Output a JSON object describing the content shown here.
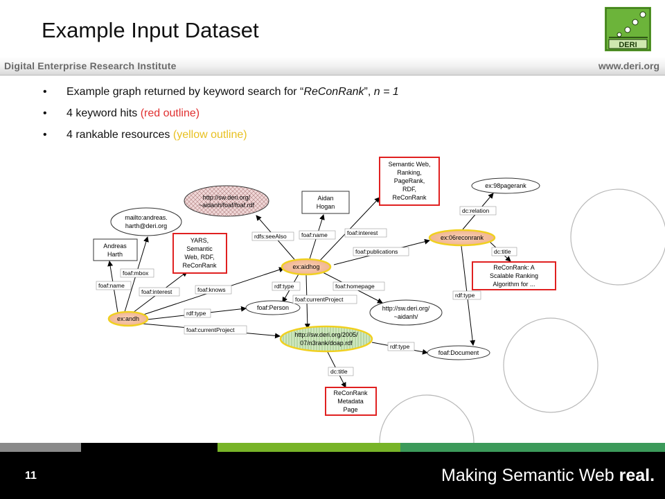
{
  "slide": {
    "title": "Example Input Dataset",
    "institute": "Digital Enterprise Research Institute",
    "website": "www.deri.org",
    "logo_text": "DERI",
    "page_number": "11",
    "slogan_main": "Making Semantic Web ",
    "slogan_bold": "real."
  },
  "bullets": [
    {
      "pre": "Example graph returned by keyword search for “",
      "em": "ReConRank",
      "post": "”, ",
      "em2": "n = 1"
    },
    {
      "pre": "4 keyword hits ",
      "colored": "(red outline)"
    },
    {
      "pre": "4 rankable resources ",
      "colored": "(yellow outline)"
    }
  ],
  "graph": {
    "nodes": {
      "sw_rdf": [
        "http://sw.deri.org/",
        "~aidanh/foaf/foaf.rdf"
      ],
      "aidan_hogan": [
        "Aidan",
        "Hogan"
      ],
      "semweb_lit": [
        "Semantic Web,",
        "Ranking,",
        "PageRank,",
        "RDF,",
        "ReConRank"
      ],
      "pagerank98": [
        "ex:98pagerank"
      ],
      "mailto": [
        "mailto:andreas.",
        "harth@deri.org"
      ],
      "andreas_harth": [
        "Andreas",
        "Harth"
      ],
      "yars_lit": [
        "YARS,",
        "Semantic",
        "Web, RDF,",
        "ReConRank"
      ],
      "aidhog": [
        "ex:aidhog"
      ],
      "reconrank06": [
        "ex:06reconrank"
      ],
      "reconrank_title": [
        "ReConRank: A",
        "Scalable Ranking",
        "Algorithm for ..."
      ],
      "foaf_person": [
        "foaf:Person"
      ],
      "andh": [
        "ex:andh"
      ],
      "aidanh_home": [
        "http://sw.deri.org/",
        "~aidanh/"
      ],
      "doap": [
        "http://sw.deri.org/2005/",
        "07/n3rank/doap.rdf"
      ],
      "foaf_document": [
        "foaf:Document"
      ],
      "metadata_page": [
        "ReConRank",
        "Metadata",
        "Page"
      ]
    },
    "edges": {
      "rdfs_seealso": "rdfs:seeAlso",
      "aidh_name": "foaf:name",
      "aidh_interest": "foaf:interest",
      "publications": "foaf:publications",
      "dc_relation": "dc:relation",
      "dc_title_pub": "dc:title",
      "rdf_type_pub": "rdf:type",
      "aidh_type": "rdf:type",
      "homepage": "foaf:homepage",
      "aidh_project": "foaf:currentProject",
      "knows": "foaf:knows",
      "andh_mbox": "foaf:mbox",
      "andh_name": "foaf:name",
      "andh_interest": "foaf:interest",
      "andh_type": "rdf:type",
      "andh_project": "foaf:currentProject",
      "doap_type": "rdf:type",
      "doap_title": "dc:title"
    }
  },
  "colors": {
    "keyword_outline": "#e02020",
    "rankable_outline": "#f0d020",
    "footer_grey": "#8a8a8a",
    "footer_green": "#78b428",
    "footer_teal": "#3c9a5a"
  }
}
